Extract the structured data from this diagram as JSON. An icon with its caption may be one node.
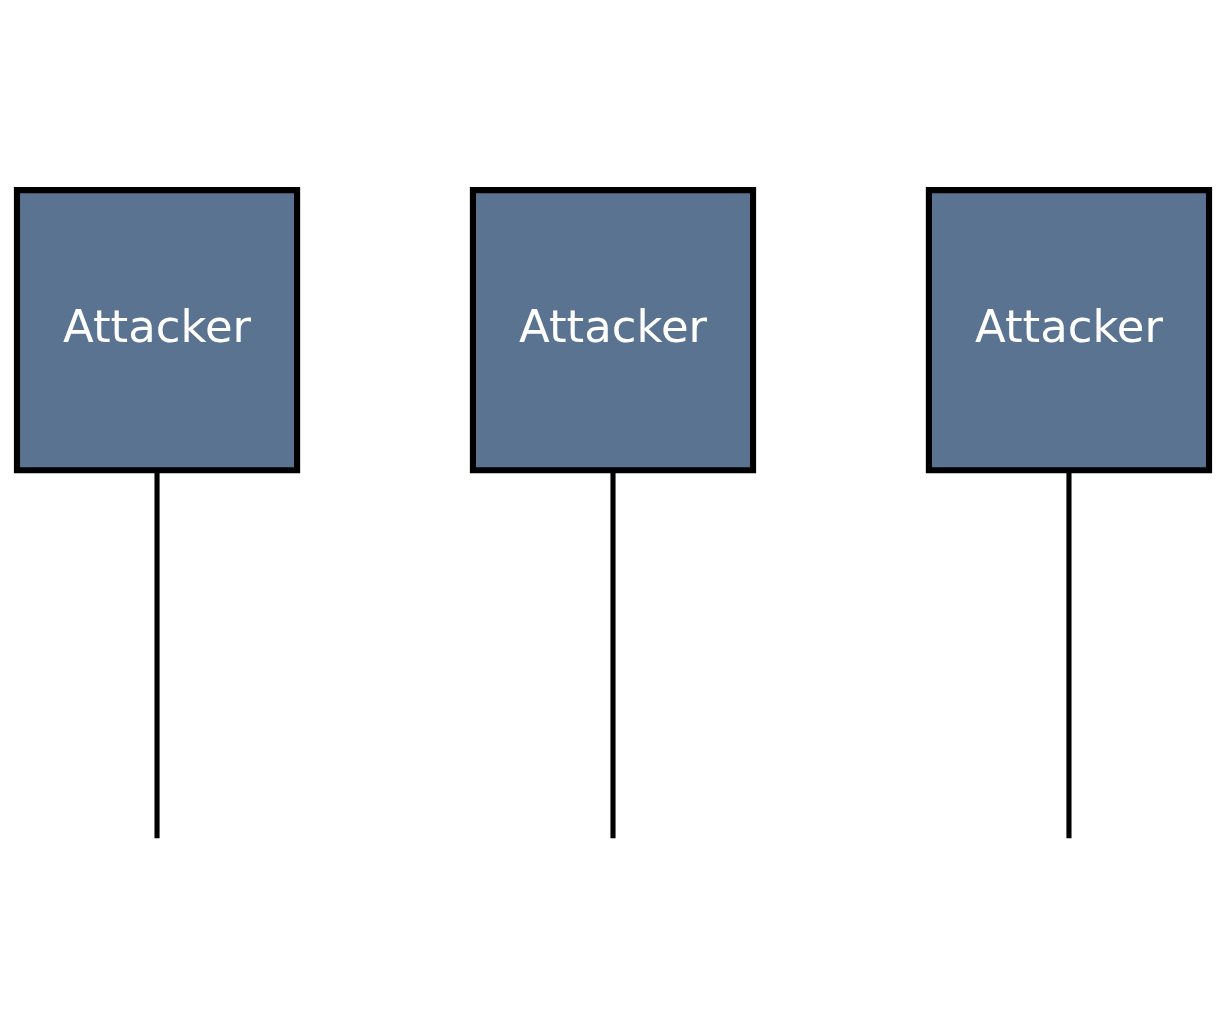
{
  "diagram": {
    "nodes": [
      {
        "text": [
          "Attacker"
        ]
      },
      {
        "text": [
          "Attacker"
        ]
      },
      {
        "text": [
          "Attacker"
        ]
      }
    ],
    "edges": [
      {
        "from": 0,
        "to": null,
        "arrow": "none"
      },
      {
        "from": 1,
        "to": null,
        "arrow": "none"
      },
      {
        "from": 2,
        "to": null,
        "arrow": "none"
      }
    ]
  }
}
